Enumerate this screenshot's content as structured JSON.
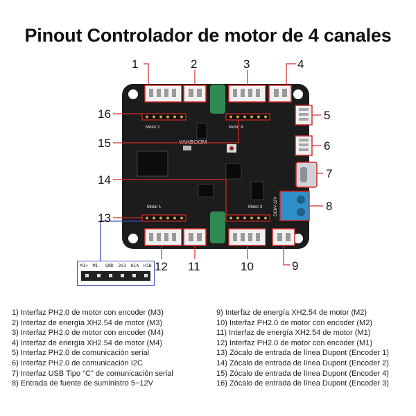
{
  "title": "Pinout Controlador de motor de 4 canales",
  "callouts": [
    "1",
    "2",
    "3",
    "4",
    "5",
    "6",
    "7",
    "8",
    "9",
    "10",
    "11",
    "12",
    "13",
    "14",
    "15",
    "16"
  ],
  "pin_header_labels": [
    "M1+",
    "M1-",
    "GND",
    "3V3",
    "H1A",
    "H1B"
  ],
  "board_labels": {
    "motor2": "Motor 2",
    "motor4": "Motor 4",
    "motor1": "Motor 1",
    "motor3": "Motor 3",
    "power": "DC6V-12V",
    "brand": "YAHBOOM"
  },
  "legend_left": [
    "1) Interfaz PH2.0 de motor con encoder (M3)",
    "2) Interfaz de energía XH2.54 de motor (M3)",
    "3) Interfaz PH2.0 de motor con encoder (M4)",
    "4) Interfaz de energía XH2.54 de motor (M4)",
    "5) Interfaz PH2.0 de comunicación serial",
    "6) Interfaz PH2.0 de comunicación I2C",
    "7) Interfaz USB Tipo \"C\" de comunicación serial",
    "8) Entrada de fuente de suministro 5~12V"
  ],
  "legend_right": [
    "9) Interfaz de energía XH2.54 de motor (M2)",
    "10) Interfaz PH2.0 de motor con encoder (M2)",
    "11) Interfaz de energía XH2.54 de motor (M1)",
    "12) Interfaz PH2.0 de motor con encoder (M1)",
    "13) Zócalo de entrada de línea Dupont (Encoder 1)",
    "14) Zócalo de entrada de línea Dupont (Encoder 2)",
    "15) Zócalo de entrada de línea Dupont (Encoder 4)",
    "16) Zócalo de entrada de línea Dupont (Encoder 3)"
  ],
  "colors": {
    "board": "#1c1c1c",
    "callout_line": "#d62a2a",
    "header_blue": "#3b4fb8",
    "capacitor": "#2f8a52",
    "terminal": "#2f8fc9"
  }
}
